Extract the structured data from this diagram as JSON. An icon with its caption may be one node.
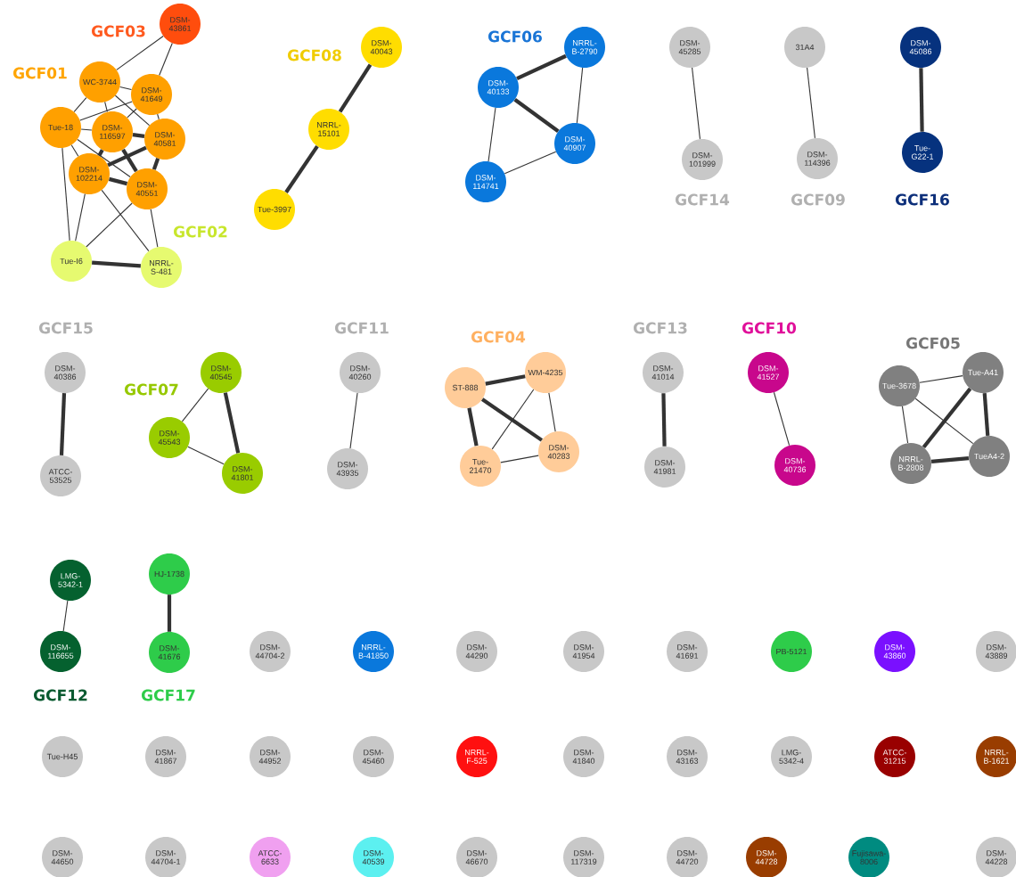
{
  "diagram": {
    "nodes": [
      {
        "text": [
          "DSM-43861"
        ]
      },
      {
        "text": [
          "WC-3744"
        ]
      },
      {
        "text": [
          "DSM-41649"
        ]
      },
      {
        "text": [
          "Tue-18"
        ]
      },
      {
        "text": [
          "DSM-116597"
        ]
      },
      {
        "text": [
          "DSM-40581"
        ]
      },
      {
        "text": [
          "DSM-102214"
        ]
      },
      {
        "text": [
          "DSM-40551"
        ]
      },
      {
        "text": [
          "Tue-I6"
        ]
      },
      {
        "text": [
          "NRRL-S-481"
        ]
      },
      {
        "text": [
          "DSM-40043"
        ]
      },
      {
        "text": [
          "NRRL-15101"
        ]
      },
      {
        "text": [
          "Tue-3997"
        ]
      },
      {
        "text": [
          "NRRL-B-2790"
        ]
      },
      {
        "text": [
          "DSM-40133"
        ]
      },
      {
        "text": [
          "DSM-40907"
        ]
      },
      {
        "text": [
          "DSM-114741"
        ]
      },
      {
        "text": [
          "DSM-45285"
        ]
      },
      {
        "text": [
          "DSM-101999"
        ]
      },
      {
        "text": [
          "31A4"
        ]
      },
      {
        "text": [
          "DSM-114396"
        ]
      },
      {
        "text": [
          "DSM-45086"
        ]
      },
      {
        "text": [
          "Tue-G22-1"
        ]
      },
      {
        "text": [
          "DSM-40386"
        ]
      },
      {
        "text": [
          "ATCC-53525"
        ]
      },
      {
        "text": [
          "DSM-40545"
        ]
      },
      {
        "text": [
          "DSM-45543"
        ]
      },
      {
        "text": [
          "DSM-41801"
        ]
      },
      {
        "text": [
          "DSM-40260"
        ]
      },
      {
        "text": [
          "DSM-43935"
        ]
      },
      {
        "text": [
          "ST-888"
        ]
      },
      {
        "text": [
          "WM-4235"
        ]
      },
      {
        "text": [
          "DSM-40283"
        ]
      },
      {
        "text": [
          "Tue-21470"
        ]
      },
      {
        "text": [
          "DSM-41014"
        ]
      },
      {
        "text": [
          "DSM-41981"
        ]
      },
      {
        "text": [
          "DSM-41527"
        ]
      },
      {
        "text": [
          "DSM-40736"
        ]
      },
      {
        "text": [
          "Tue-3678"
        ]
      },
      {
        "text": [
          "Tue-A41"
        ]
      },
      {
        "text": [
          "NRRL-B-2808"
        ]
      },
      {
        "text": [
          "TueA4-2"
        ]
      },
      {
        "text": [
          "LMG-5342-1"
        ]
      },
      {
        "text": [
          "DSM-116655"
        ]
      },
      {
        "text": [
          "HJ-1738"
        ]
      },
      {
        "text": [
          "DSM-41676"
        ]
      },
      {
        "text": [
          "DSM-44704-2"
        ]
      },
      {
        "text": [
          "NRRL-B-41850"
        ]
      },
      {
        "text": [
          "DSM-44290"
        ]
      },
      {
        "text": [
          "DSM-41954"
        ]
      },
      {
        "text": [
          "DSM-41691"
        ]
      },
      {
        "text": [
          "PB-5121"
        ]
      },
      {
        "text": [
          "DSM-43860"
        ]
      },
      {
        "text": [
          "DSM-43889"
        ]
      },
      {
        "text": [
          "Tue-H45"
        ]
      },
      {
        "text": [
          "DSM-41867"
        ]
      },
      {
        "text": [
          "DSM-44952"
        ]
      },
      {
        "text": [
          "DSM-45460"
        ]
      },
      {
        "text": [
          "NRRL-F-525"
        ]
      },
      {
        "text": [
          "DSM-41840"
        ]
      },
      {
        "text": [
          "DSM-43163"
        ]
      },
      {
        "text": [
          "LMG-5342-4"
        ]
      },
      {
        "text": [
          "ATCC-31215"
        ]
      },
      {
        "text": [
          "NRRL-B-1621"
        ]
      },
      {
        "text": [
          "DSM-44650"
        ]
      },
      {
        "text": [
          "DSM-44704-1"
        ]
      },
      {
        "text": [
          "ATCC-6633"
        ]
      },
      {
        "text": [
          "DSM-40539"
        ]
      },
      {
        "text": [
          "DSM-46670"
        ]
      },
      {
        "text": [
          "DSM-117319"
        ]
      },
      {
        "text": [
          "DSM-44720"
        ]
      },
      {
        "text": [
          "DSM-44728"
        ]
      },
      {
        "text": [
          "Fujisawa-8006"
        ]
      },
      {
        "text": [
          "DSM-44228"
        ]
      }
    ],
    "edges": [
      {
        "from": 1,
        "to": 2,
        "arrow": "none"
      },
      {
        "from": 1,
        "to": 3,
        "arrow": "none"
      },
      {
        "from": 1,
        "to": 4,
        "arrow": "none"
      },
      {
        "from": 1,
        "to": 5,
        "arrow": "none"
      },
      {
        "from": 2,
        "to": 3,
        "arrow": "none"
      },
      {
        "from": 2,
        "to": 4,
        "arrow": "none"
      },
      {
        "from": 2,
        "to": 5,
        "arrow": "none"
      },
      {
        "from": 3,
        "to": 4,
        "arrow": "none"
      },
      {
        "from": 3,
        "to": 6,
        "arrow": "none"
      },
      {
        "from": 3,
        "to": 7,
        "arrow": "none"
      },
      {
        "from": 4,
        "to": 5,
        "arrow": "none",
        "style": "thick"
      },
      {
        "from": 4,
        "to": 6,
        "arrow": "none",
        "style": "thick"
      },
      {
        "from": 4,
        "to": 7,
        "arrow": "none",
        "style": "thick"
      },
      {
        "from": 5,
        "to": 6,
        "arrow": "none",
        "style": "thick"
      },
      {
        "from": 5,
        "to": 7,
        "arrow": "none",
        "style": "thick"
      },
      {
        "from": 6,
        "to": 7,
        "arrow": "none",
        "style": "thick"
      },
      {
        "from": 0,
        "to": 1,
        "arrow": "none"
      },
      {
        "from": 0,
        "to": 2,
        "arrow": "none"
      },
      {
        "from": 8,
        "to": 3,
        "arrow": "none"
      },
      {
        "from": 8,
        "to": 6,
        "arrow": "none"
      },
      {
        "from": 8,
        "to": 7,
        "arrow": "none"
      },
      {
        "from": 9,
        "to": 7,
        "arrow": "none"
      },
      {
        "from": 9,
        "to": 6,
        "arrow": "none"
      },
      {
        "from": 8,
        "to": 9,
        "arrow": "none",
        "style": "thick"
      },
      {
        "from": 10,
        "to": 11,
        "arrow": "none",
        "style": "thick"
      },
      {
        "from": 11,
        "to": 12,
        "arrow": "none",
        "style": "thick"
      },
      {
        "from": 13,
        "to": 14,
        "arrow": "none",
        "style": "thick"
      },
      {
        "from": 13,
        "to": 15,
        "arrow": "none"
      },
      {
        "from": 14,
        "to": 15,
        "arrow": "none",
        "style": "thick"
      },
      {
        "from": 14,
        "to": 16,
        "arrow": "none"
      },
      {
        "from": 16,
        "to": 15,
        "arrow": "none"
      },
      {
        "from": 17,
        "to": 18,
        "arrow": "none"
      },
      {
        "from": 19,
        "to": 20,
        "arrow": "none"
      },
      {
        "from": 21,
        "to": 22,
        "arrow": "none",
        "style": "thick"
      },
      {
        "from": 23,
        "to": 24,
        "arrow": "none",
        "style": "thick"
      },
      {
        "from": 25,
        "to": 26,
        "arrow": "none"
      },
      {
        "from": 25,
        "to": 27,
        "arrow": "none",
        "style": "thick"
      },
      {
        "from": 26,
        "to": 27,
        "arrow": "none"
      },
      {
        "from": 28,
        "to": 29,
        "arrow": "none"
      },
      {
        "from": 30,
        "to": 31,
        "arrow": "none",
        "style": "thick"
      },
      {
        "from": 30,
        "to": 32,
        "arrow": "none",
        "style": "thick"
      },
      {
        "from": 30,
        "to": 33,
        "arrow": "none",
        "style": "thick"
      },
      {
        "from": 31,
        "to": 32,
        "arrow": "none"
      },
      {
        "from": 31,
        "to": 33,
        "arrow": "none"
      },
      {
        "from": 33,
        "to": 32,
        "arrow": "none"
      },
      {
        "from": 34,
        "to": 35,
        "arrow": "none",
        "style": "thick"
      },
      {
        "from": 36,
        "to": 37,
        "arrow": "none"
      },
      {
        "from": 38,
        "to": 39,
        "arrow": "none"
      },
      {
        "from": 38,
        "to": 40,
        "arrow": "none"
      },
      {
        "from": 38,
        "to": 41,
        "arrow": "none"
      },
      {
        "from": 39,
        "to": 40,
        "arrow": "none",
        "style": "thick"
      },
      {
        "from": 39,
        "to": 41,
        "arrow": "none",
        "style": "thick"
      },
      {
        "from": 40,
        "to": 41,
        "arrow": "none",
        "style": "thick"
      },
      {
        "from": 42,
        "to": 43,
        "arrow": "none"
      },
      {
        "from": 44,
        "to": 45,
        "arrow": "none",
        "style": "thick"
      }
    ],
    "labels": [
      "GCF03",
      "GCF06",
      "GCF08",
      "GCF01",
      "GCF14",
      "GCF09",
      "GCF16",
      "GCF02",
      "GCF15",
      "GCF11",
      "GCF13",
      "GCF10",
      "GCF04",
      "GCF05",
      "GCF07",
      "GCF12",
      "GCF17"
    ]
  }
}
